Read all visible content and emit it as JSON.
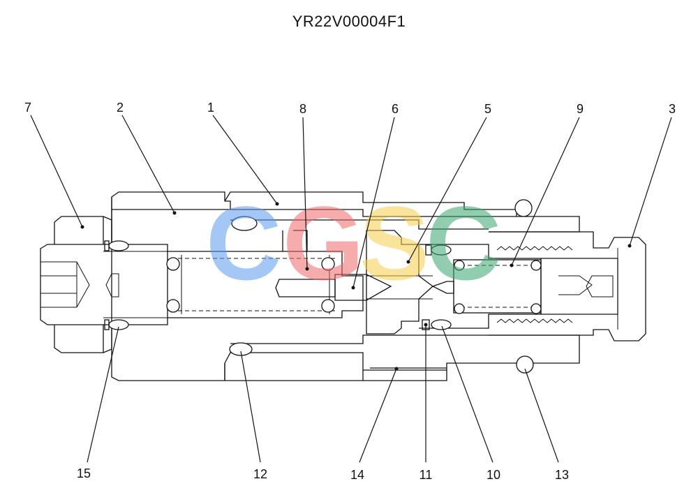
{
  "title": "YR22V00004F1",
  "watermark": {
    "letters": [
      "C",
      "G",
      "S",
      "C"
    ],
    "colors": [
      "#5b9bf0",
      "#ef6a6a",
      "#f6cf4a",
      "#3aa56e"
    ]
  },
  "callouts": {
    "c1": "1",
    "c2": "2",
    "c3": "3",
    "c5": "5",
    "c6": "6",
    "c7": "7",
    "c8": "8",
    "c9": "9",
    "c10": "10",
    "c11": "11",
    "c12": "12",
    "c13": "13",
    "c14": "14",
    "c15": "15"
  }
}
